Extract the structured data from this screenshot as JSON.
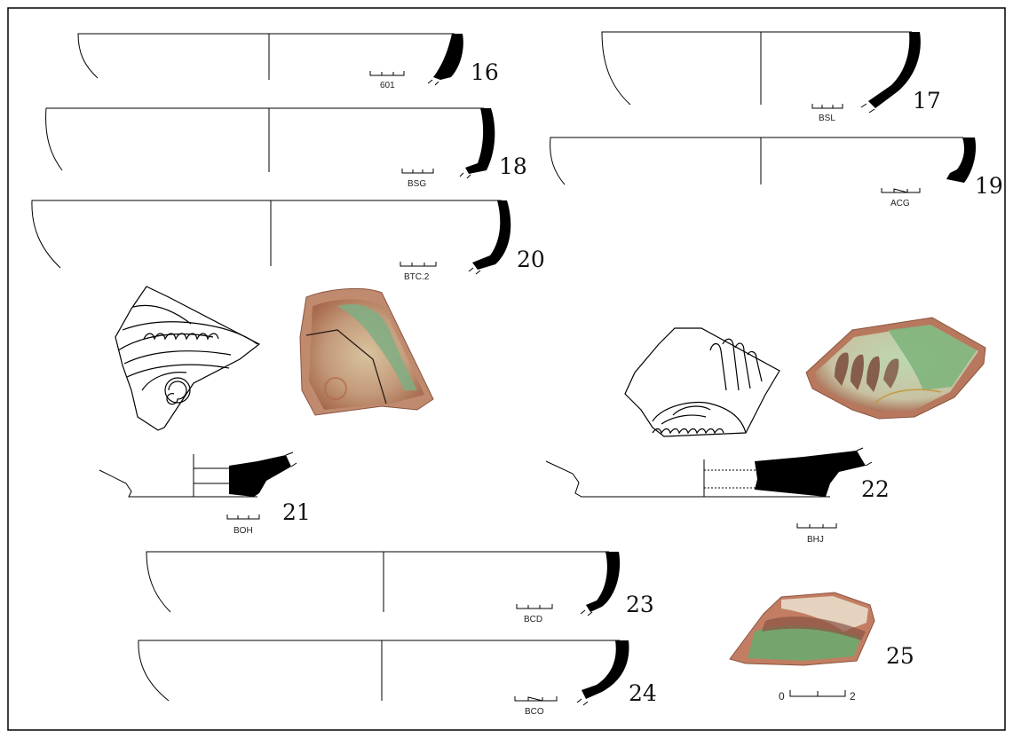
{
  "figure": {
    "vessels": [
      {
        "id": "16",
        "label": "16",
        "code": "601"
      },
      {
        "id": "17",
        "label": "17",
        "code": "BSL"
      },
      {
        "id": "18",
        "label": "18",
        "code": "BSG"
      },
      {
        "id": "19",
        "label": "19",
        "code": "ACG"
      },
      {
        "id": "20",
        "label": "20",
        "code": "BTC.2"
      },
      {
        "id": "21",
        "label": "21",
        "code": "BOH"
      },
      {
        "id": "22",
        "label": "22",
        "code": "BHJ"
      },
      {
        "id": "23",
        "label": "23",
        "code": "BCD"
      },
      {
        "id": "24",
        "label": "24",
        "code": "BCO"
      },
      {
        "id": "25",
        "label": "25",
        "code": ""
      }
    ],
    "scale_bar": {
      "start": "0",
      "end": "2"
    },
    "colors": {
      "frame": "#000000",
      "section_fill": "#000000",
      "glaze_green": "#6fae7a",
      "body_red": "#b86a52",
      "slip_cream": "#e8d8c0",
      "manganese_brown": "#7a4a3c"
    }
  }
}
